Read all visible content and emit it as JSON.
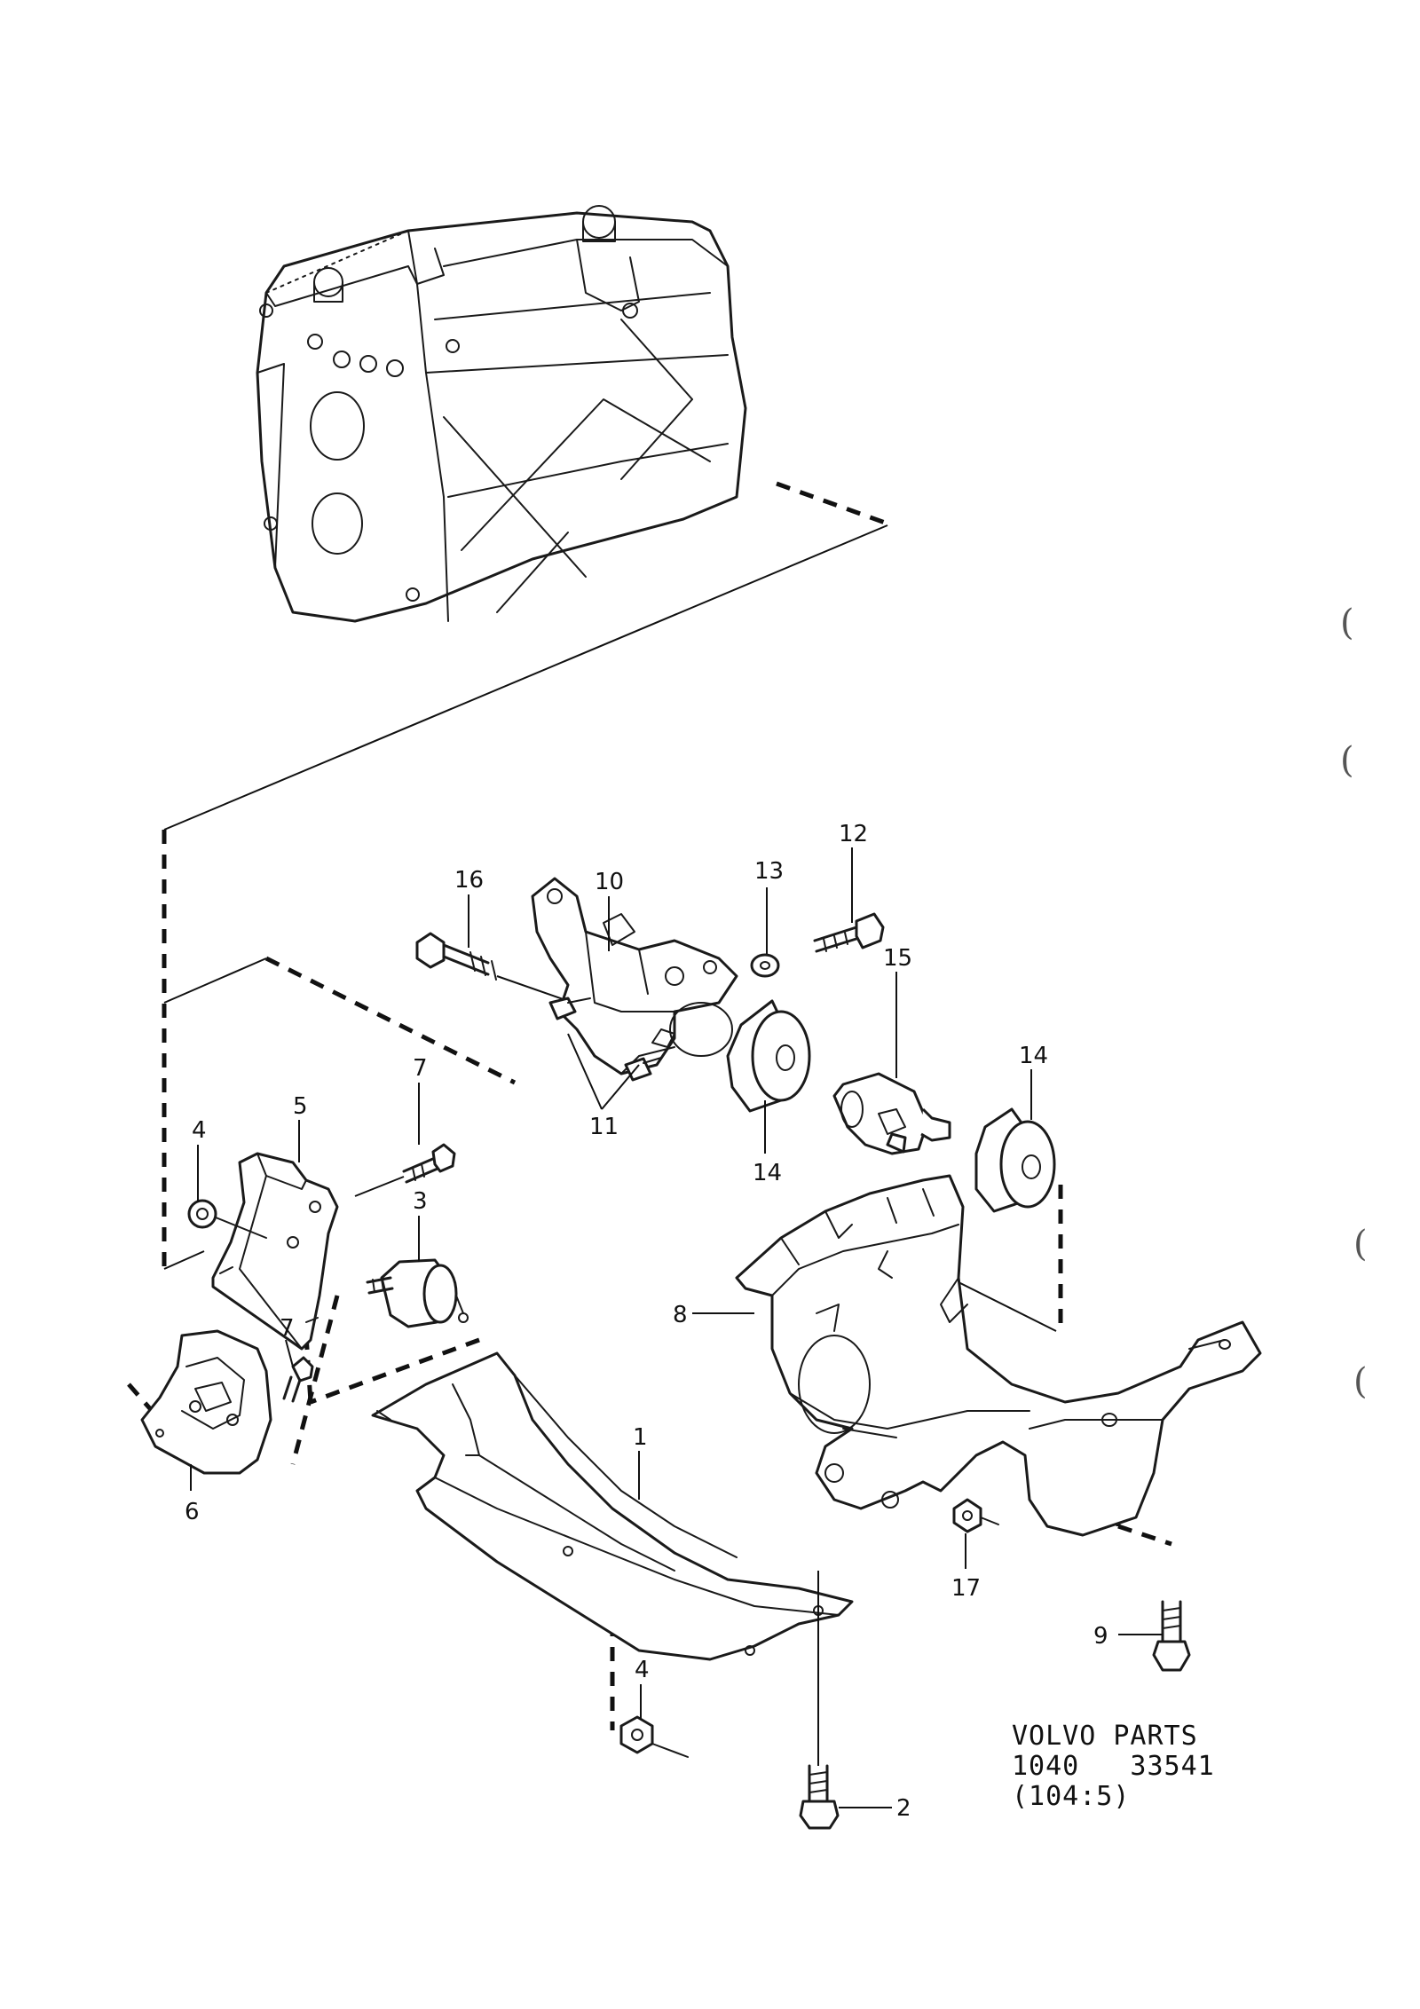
{
  "callouts": [
    {
      "id": "c16",
      "text": "16"
    },
    {
      "id": "c10",
      "text": "10"
    },
    {
      "id": "c13",
      "text": "13"
    },
    {
      "id": "c12",
      "text": "12"
    },
    {
      "id": "c15",
      "text": "15"
    },
    {
      "id": "c14a",
      "text": "14"
    },
    {
      "id": "c14b",
      "text": "14"
    },
    {
      "id": "c11",
      "text": "11"
    },
    {
      "id": "c7a",
      "text": "7"
    },
    {
      "id": "c5",
      "text": "5"
    },
    {
      "id": "c4a",
      "text": "4"
    },
    {
      "id": "c3",
      "text": "3"
    },
    {
      "id": "c8",
      "text": "8"
    },
    {
      "id": "c7b",
      "text": "7"
    },
    {
      "id": "c1",
      "text": "1"
    },
    {
      "id": "c6",
      "text": "6"
    },
    {
      "id": "c17",
      "text": "17"
    },
    {
      "id": "c9",
      "text": "9"
    },
    {
      "id": "c4b",
      "text": "4"
    },
    {
      "id": "c2",
      "text": "2"
    }
  ],
  "stamp": {
    "line1": "VOLVO PARTS",
    "line2": "1040   33541",
    "line3": "(104:5)"
  },
  "margin_marks": [
    "(",
    "(",
    "(",
    "("
  ]
}
